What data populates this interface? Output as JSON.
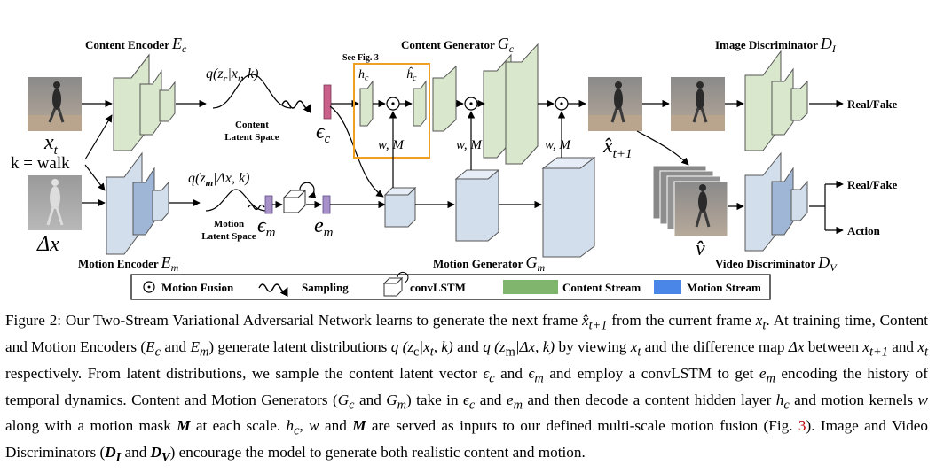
{
  "colors": {
    "content_stream": "#9bbe85",
    "content_fill": "#d9e7cc",
    "motion_stream": "#4a86e8",
    "motion_fill": "#d3deec",
    "highlight_box": "#f0a020",
    "latent_content": "#c8608a",
    "latent_motion": "#a890c8"
  },
  "diagram": {
    "content_encoder": "Content Encoder",
    "content_encoder_sym": "E",
    "content_encoder_sub": "c",
    "motion_encoder": "Motion Encoder",
    "motion_encoder_sym": "E",
    "motion_encoder_sub": "m",
    "content_generator": "Content Generator",
    "content_generator_sym": "G",
    "content_generator_sub": "c",
    "motion_generator": "Motion Generator",
    "motion_generator_sym": "G",
    "motion_generator_sub": "m",
    "image_discriminator": "Image Discriminator",
    "image_discriminator_sym": "D",
    "image_discriminator_sub": "I",
    "video_discriminator": "Video Discriminator",
    "video_discriminator_sym": "D",
    "video_discriminator_sub": "V",
    "see_fig": "See Fig. 3",
    "content_latent_1": "Content",
    "content_latent_2": "Latent Space",
    "motion_latent_1": "Motion",
    "motion_latent_2": "Latent Space",
    "q_content": "q(z",
    "q_content_sub": "c",
    "q_content_tail": "|x",
    "q_content_t": "t",
    "q_content_end": ", k)",
    "q_motion": "q(z",
    "q_motion_sub": "m",
    "q_motion_tail": "|Δx, k)",
    "x_t": "x",
    "x_t_sub": "t",
    "k_walk": "k = walk",
    "delta_x": "Δx",
    "eps_c": "ϵ",
    "eps_c_sub": "c",
    "eps_m": "ϵ",
    "eps_m_sub": "m",
    "e_m": "e",
    "e_m_sub": "m",
    "h_c": "h",
    "h_c_sub": "c",
    "h_c_hat": "ĥ",
    "wM": "w, M",
    "x_hat": "x̂",
    "x_hat_sub": "t+1",
    "v_hat": "v̂",
    "real_fake_1": "Real/Fake",
    "real_fake_2": "Real/Fake",
    "action": "Action"
  },
  "legend": {
    "motion_fusion": "Motion Fusion",
    "sampling": "Sampling",
    "convlstm": "convLSTM",
    "content_stream": "Content Stream",
    "motion_stream": "Motion Stream"
  },
  "caption": {
    "fig_label": "Figure 2:",
    "s1": " Our Two-Stream Variational Adversarial Network learns to generate the next frame ",
    "xhat": "x̂",
    "xhat_sub": "t+1",
    "s2": " from the current frame ",
    "xt": "x",
    "xt_sub": "t",
    "s3": ". At training time, Content and Motion Encoders (",
    "ec": "E",
    "ec_sub": "c",
    "and1": " and ",
    "em": "E",
    "em_sub": "m",
    "s4": ") generate latent distributions ",
    "q1": "q (z",
    "q1_sub": "c",
    "q1_rest": "|x",
    "q1_t": "t",
    "q1_end": ", k)",
    "and2": " and ",
    "q2": "q (z",
    "q2_sub": "m",
    "q2_rest": "|Δx, k)",
    "s5": " by viewing ",
    "xt2": "x",
    "xt2_sub": "t",
    "s6": " and the difference map ",
    "dx": "Δx",
    "s7": " between ",
    "x1": "x",
    "x1_sub": "t+1",
    "and3": " and ",
    "xt3": "x",
    "xt3_sub": "t",
    "s8": " respectively. From latent distributions, we sample the content latent vector ",
    "epc": "ϵ",
    "epc_sub": "c",
    "and4": " and ",
    "epm": "ϵ",
    "epm_sub": "m",
    "s9": " and employ a convLSTM to get ",
    "emm": "e",
    "emm_sub": "m",
    "s10": " encoding the history of temporal dynamics. Content and Motion Generators (",
    "gc": "G",
    "gc_sub": "c",
    "and5": " and ",
    "gm": "G",
    "gm_sub": "m",
    "s11": ") take in ",
    "epc2": "ϵ",
    "epc2_sub": "c",
    "and6": " and ",
    "emm2": "e",
    "emm2_sub": "m",
    "s12": " and then decode a content hidden layer ",
    "hc": "h",
    "hc_sub": "c",
    "s13": " and motion kernels ",
    "w": "w",
    "s14": " along with a motion mask ",
    "M": "M",
    "s15": " at each scale. ",
    "hc2": "h",
    "hc2_sub": "c",
    "s16": ", ",
    "w2": "w",
    "s17": " and ",
    "M2": "M",
    "s18": " are served as inputs to our defined multi-scale motion fusion (Fig. ",
    "figref": "3",
    "s19": "). Image and Video Discriminators (",
    "di": "D",
    "di_sub": "I",
    "and7": " and ",
    "dv": "D",
    "dv_sub": "V",
    "s20": ") encourage the model to generate both realistic content and motion."
  }
}
